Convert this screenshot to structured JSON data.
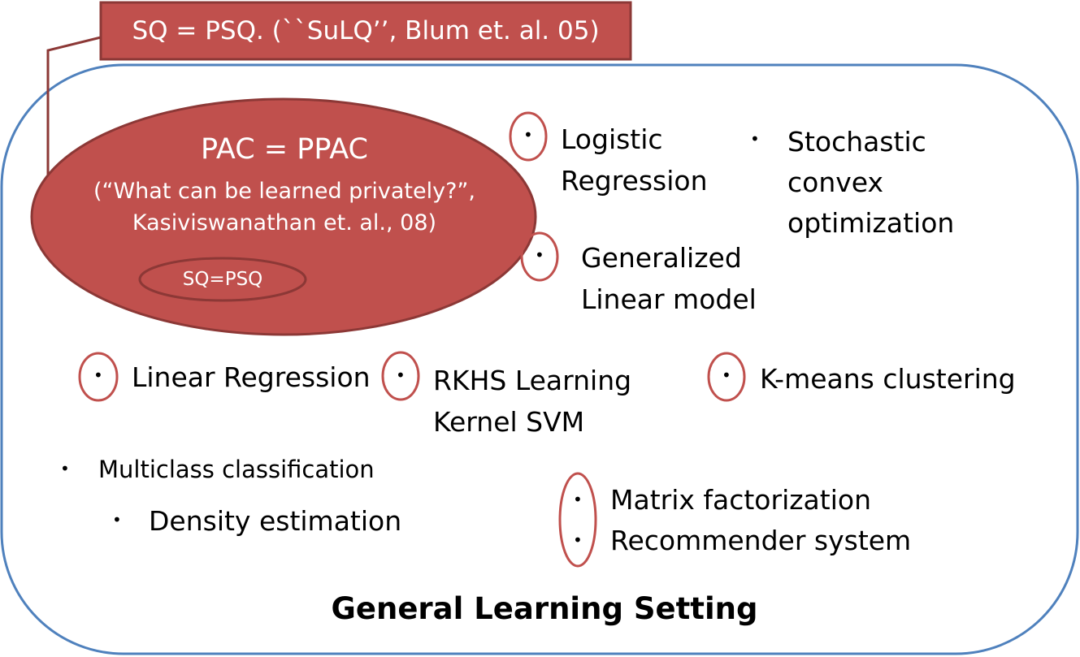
{
  "sq_box": {
    "label": "SQ = PSQ. (``SuLQ’’, Blum et. al. 05)"
  },
  "pac": {
    "title": "PAC = PPAC",
    "citation_line1": "(“What can be learned privately?”,",
    "citation_line2": "Kasiviswanathan et. al., 08)",
    "inner_label": "SQ=PSQ"
  },
  "items": {
    "logistic": {
      "lines": [
        "Logistic",
        "Regression"
      ]
    },
    "stochastic": {
      "lines": [
        "Stochastic",
        "convex",
        "optimization"
      ]
    },
    "glm": {
      "lines": [
        "Generalized",
        "Linear model"
      ]
    },
    "linreg": {
      "lines": [
        "Linear Regression"
      ]
    },
    "rkhs": {
      "lines": [
        "RKHS Learning",
        "Kernel SVM"
      ]
    },
    "kmeans": {
      "lines": [
        "K-means clustering"
      ]
    },
    "multiclass": {
      "lines": [
        "Multiclass classification"
      ]
    },
    "density": {
      "lines": [
        "Density estimation"
      ]
    },
    "matrix": {
      "lines": [
        "Matrix factorization",
        "Recommender system"
      ]
    }
  },
  "bullet_char": "•",
  "region_label": "General Learning Setting",
  "colors": {
    "outer_border": "#4f81bd",
    "red_fill": "#c0504d",
    "red_border": "#8c3836",
    "text_white": "#ffffff"
  }
}
